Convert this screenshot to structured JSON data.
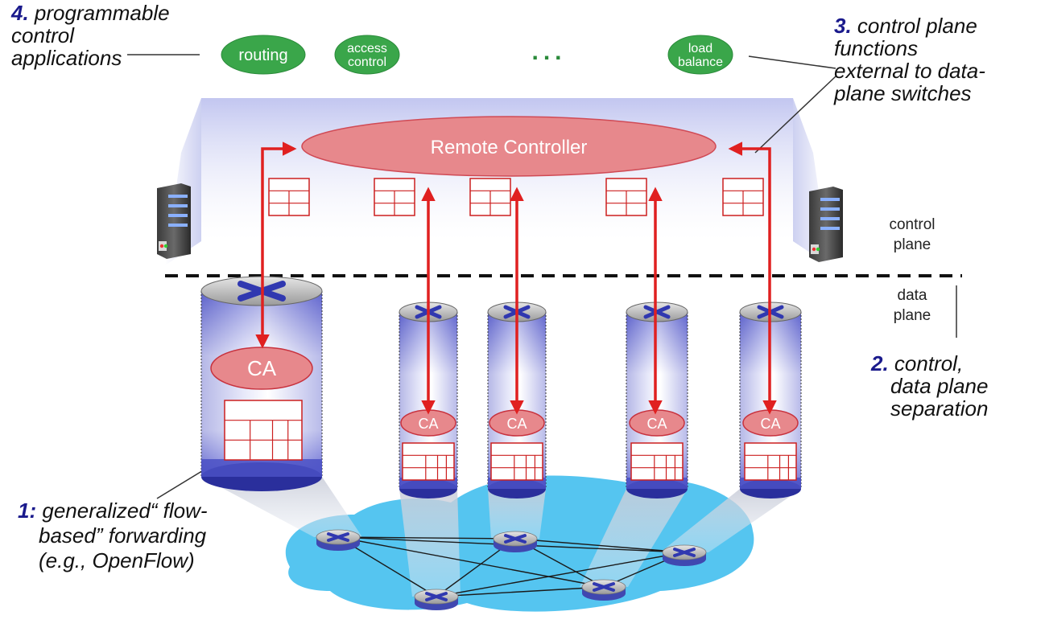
{
  "title": "Software-defined networking: remote controller architecture",
  "labels": {
    "apps": {
      "num": "4.",
      "lines": [
        "programmable",
        "control",
        "applications"
      ]
    },
    "external": {
      "num": "3.",
      "lines": [
        "control plane",
        "functions",
        "external to data-",
        "plane switches"
      ]
    },
    "separation": {
      "num": "2.",
      "lines": [
        "control,",
        "data plane",
        "separation"
      ]
    },
    "forwarding": {
      "num": "1:",
      "lines": [
        "generalized“ flow-",
        "based” forwarding",
        "(e.g., OpenFlow)"
      ]
    },
    "control_plane": [
      "control",
      "plane"
    ],
    "data_plane": [
      "data",
      "plane"
    ]
  },
  "applications": [
    {
      "lines": [
        "routing"
      ]
    },
    {
      "lines": [
        "access",
        "control"
      ]
    },
    {
      "lines": [
        "load",
        "balance"
      ]
    }
  ],
  "ellipsis": "...",
  "controller": {
    "label": "Remote Controller"
  },
  "agent_label": "CA",
  "switch_count": 5,
  "colors": {
    "app_fill": "#3aa64a",
    "controller_fill": "#e7888c",
    "arrow": "#e02020",
    "table_line": "#cc1f1f",
    "label_number": "#1a1a8c",
    "plane_band": "#c9cdf2",
    "network_cloud": "#55c5f0",
    "switch_body": "#6a6fd6"
  }
}
